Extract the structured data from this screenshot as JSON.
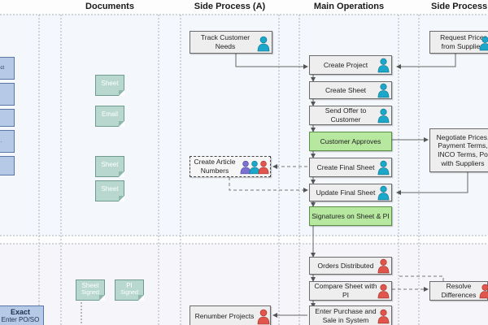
{
  "headers": {
    "documents": "Documents",
    "side_a": "Side Process (A)",
    "main": "Main Operations",
    "side_b": "Side Process"
  },
  "left_system_labels": [
    "ect",
    "",
    "",
    "n.",
    ""
  ],
  "exact": {
    "title": "Exact",
    "sub": "Enter PO/SO"
  },
  "documents": {
    "sheet1": "Sheet",
    "email": "Email",
    "sheet2": "Sheet",
    "sheet3": "Sheet",
    "sheet_signed": {
      "title": "Sheet",
      "sub": "Signed"
    },
    "pi_signed": {
      "title": "PI",
      "sub": "Signed"
    }
  },
  "side_a": {
    "track": "Track Customer Needs",
    "article": "Create Article Numbers",
    "renumber": "Renumber Projects"
  },
  "main": {
    "create_project": "Create Project",
    "create_sheet": "Create Sheet",
    "send_offer": "Send Offer to Customer",
    "customer_approves": "Customer Approves",
    "create_final": "Create Final Sheet",
    "update_final": "Update Final Sheet",
    "signatures": "Signatures on Sheet & PI",
    "orders_distributed": "Orders Distributed",
    "compare_sheet": "Compare Sheet with PI",
    "enter_purchase": "Enter Purchase and Sale in System"
  },
  "side_b": {
    "request": "Request Prices from Suppliers",
    "negotiate": "Negotiate Prices, Payment Terms, INCO Terms, Po with Suppliers",
    "resolve": "Resolve Differences"
  },
  "colors": {
    "person_blue": "#1aa7c9",
    "person_red": "#e0554c",
    "person_purple": "#7b6fd0",
    "approve_green": "#b7e8a0",
    "doc_teal": "#b8d8cf",
    "system_blue": "#b6c9e6"
  }
}
